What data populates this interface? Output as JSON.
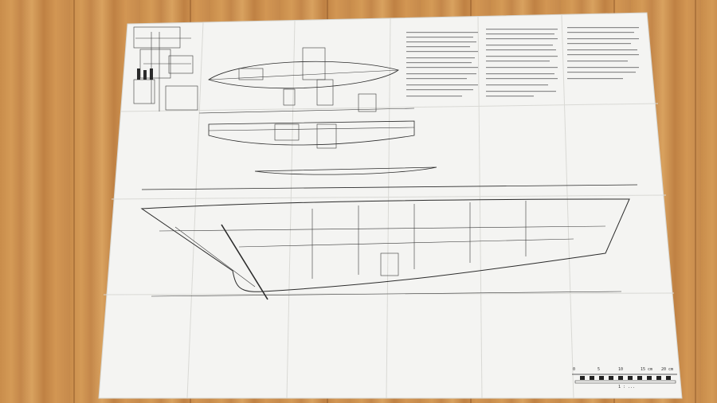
{
  "scene": {
    "subject": "hull-drawing-sheet",
    "scale_bar": {
      "labels": [
        "0",
        "5",
        "10",
        "15 cm",
        "20 cm"
      ],
      "caption": "1 : ..."
    }
  }
}
